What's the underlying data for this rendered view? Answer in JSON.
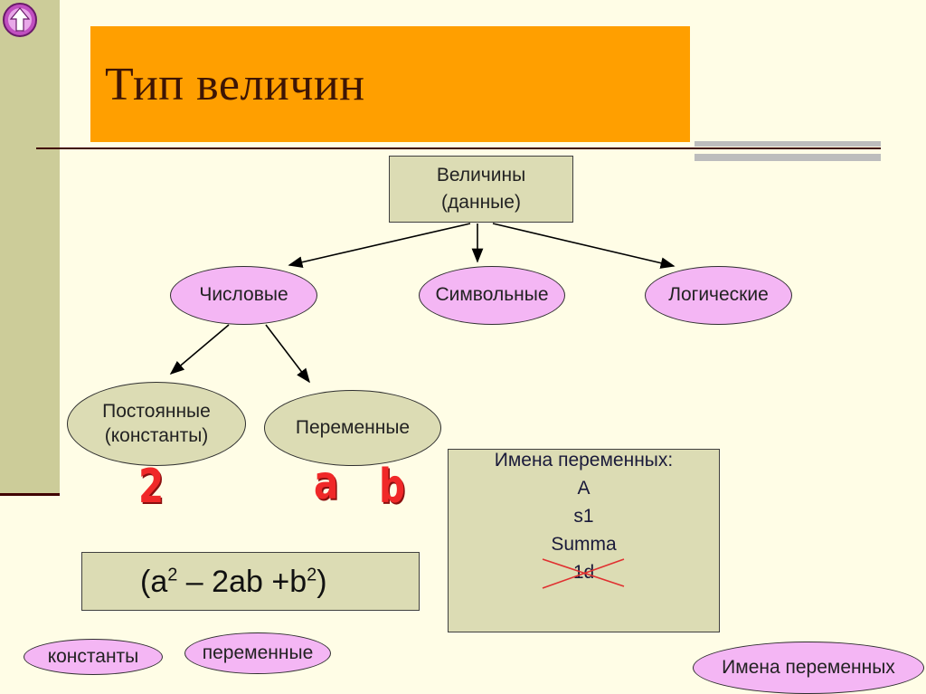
{
  "title": "Тип величин",
  "root": {
    "line1": "Величины",
    "line2": "(данные)"
  },
  "types": {
    "numeric": "Числовые",
    "symbolic": "Символьные",
    "logical": "Логические"
  },
  "numeric_children": {
    "constants_line1": "Постоянные",
    "constants_line2": "(константы)",
    "variables": "Переменные"
  },
  "examples": {
    "constant": "2",
    "var_a": "a",
    "var_b": "b"
  },
  "formula": {
    "open": "(a",
    "exp1": "2",
    "middle": " – 2ab +b",
    "exp2": "2",
    "close": ")"
  },
  "variable_names": {
    "heading": "Имена переменных:",
    "items": [
      "A",
      "s1",
      "Summa"
    ],
    "invalid": "1d"
  },
  "labels": {
    "constants": "константы",
    "variables": "переменные",
    "variable_names": "Имена переменных"
  },
  "colors": {
    "title_bg": "#ff9f00",
    "oval_fill": "#f4b6f4",
    "box_fill": "#dcdcb4",
    "accent_red": "#f02828",
    "page_bg": "#fffde6"
  },
  "icons": {
    "nav": "up-arrow-icon"
  }
}
